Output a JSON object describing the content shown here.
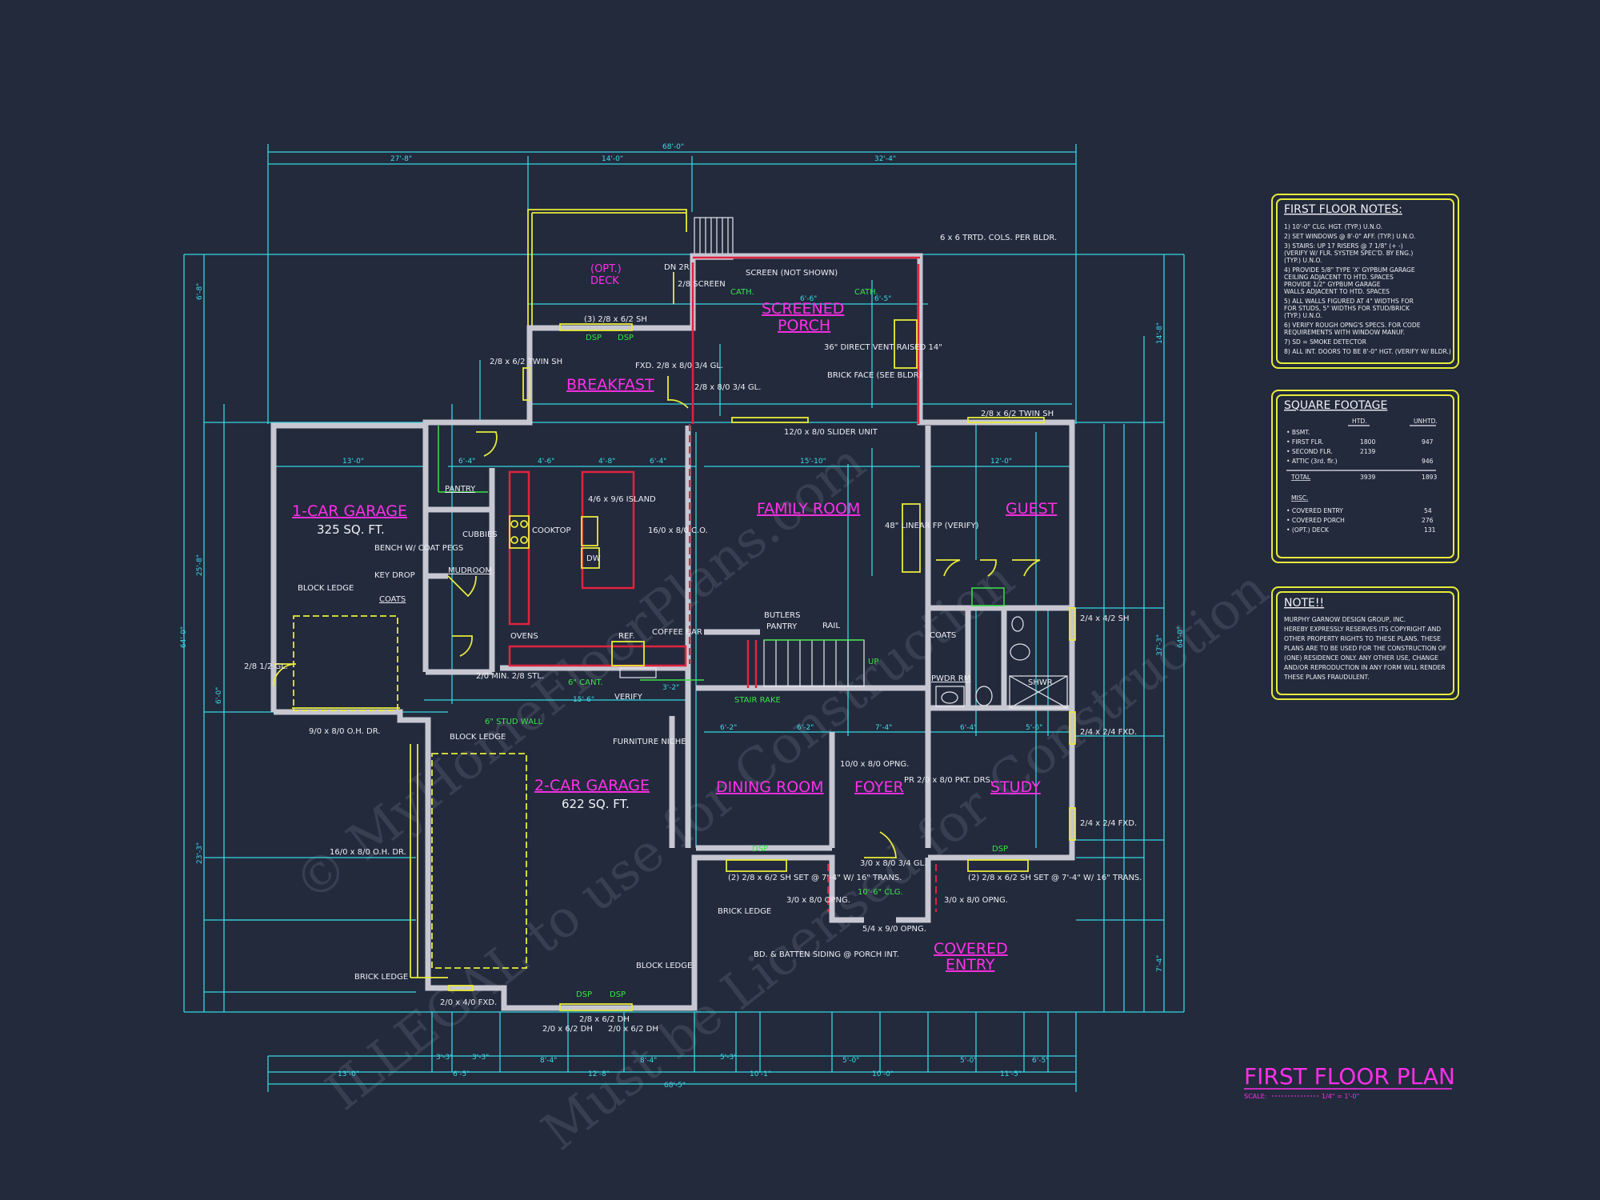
{
  "watermarks": [
    "© MyHomeFloorPlans.com",
    "ILLEGAL to use for Construction",
    "Must be Licensed for Construction"
  ],
  "rooms": {
    "one_car_garage": "1-CAR GARAGE",
    "one_car_garage_area": "325 SQ. FT.",
    "two_car_garage": "2-CAR GARAGE",
    "two_car_garage_area": "622 SQ. FT.",
    "breakfast": "BREAKFAST",
    "screened_porch_1": "SCREENED",
    "screened_porch_2": "PORCH",
    "family_room": "FAMILY ROOM",
    "guest": "GUEST",
    "dining_room": "DINING ROOM",
    "foyer": "FOYER",
    "study": "STUDY",
    "covered_entry_1": "COVERED",
    "covered_entry_2": "ENTRY",
    "opt_deck_1": "(OPT.)",
    "opt_deck_2": "DECK",
    "deck": "DECK"
  },
  "dims": {
    "top_total": "68'-0\"",
    "top_a": "27'-8\"",
    "top_b": "14'-0\"",
    "top_c": "32'-4\"",
    "left_total": "64'-0\"",
    "right_total": "64'-0\"",
    "bottom_total": "68'-5\"",
    "garage_w": "13'-0\"",
    "family_w": "15'-10\"",
    "guest_w": "12'-0\"",
    "kitchen_a": "6'-4\"",
    "kitchen_b": "4'-6\"",
    "kitchen_c": "4'-8\"",
    "porch_a": "6'-6\"",
    "porch_b": "6'-5\"",
    "bottom_a": "13'-0\"",
    "bottom_b": "6'-5\"",
    "bottom_c": "8'-4\"",
    "bottom_d": "12'-8\"",
    "bottom_e": "8'-4\"",
    "bottom_f": "5'-3\"",
    "bottom_g": "10'-1\"",
    "bottom_h": "5'-0\"",
    "bottom_i": "10'-0\"",
    "bottom_j": "5'-0\"",
    "bottom_k": "11'-5\"",
    "bottom_l": "6'-5\"",
    "bottom_m": "3'-3\"",
    "bottom_n": "3'-3\"",
    "stair_a": "6'-2\"",
    "stair_b": "6'-2\"",
    "stair_c": "7'-4\"",
    "study_a": "6'-4\"",
    "study_b": "5'-6\"",
    "kit_bottom": "15'-6\"",
    "kit_b2": "3'-2\"",
    "left_a": "6'-8\"",
    "left_b": "25'-8\"",
    "left_c": "23'-3\"",
    "left_d": "6'-0\"",
    "right_a": "14'-8\"",
    "right_b": "37'-3\"",
    "right_c": "7'-4\""
  },
  "labels": {
    "pantry": "PANTRY",
    "mudroom": "MUDROOM",
    "cubbies": "CUBBIES",
    "bench": "BENCH W/ COAT PEGS",
    "key_drop": "KEY DROP",
    "coats": "COATS",
    "coats2": "COATS",
    "pwdr": "PWDR RM",
    "butlers": "BUTLERS",
    "butlers2": "PANTRY",
    "rail": "RAIL",
    "stair_rake": "STAIR RAKE",
    "up": "UP",
    "cooktop": "COOKTOP",
    "island": "4/6 x 9/6 ISLAND",
    "dw": "DW",
    "ovens": "OVENS",
    "ref": "REF.",
    "coffee_bar": "COFFEE BAR",
    "cant": "6\" CANT.",
    "verify": "VERIFY",
    "stud_wall": "6\" STUD WALL",
    "furniture_niche": "FURNITURE NICHE",
    "block_ledge_a": "BLOCK LEDGE",
    "block_ledge_b": "BLOCK LEDGE",
    "block_ledge_c": "BLOCK LEDGE",
    "brick_ledge_a": "BRICK LEDGE",
    "brick_ledge_b": "BRICK LEDGE",
    "oh_door_1": "9/0 x 8/0 O.H. DR.",
    "oh_door_2": "16/0 x 8/0 O.H. DR.",
    "slider": "12/0 x 8/0 SLIDER UNIT",
    "linear_fp": "48\" LINEAR FP (VERIFY)",
    "direct_vent": "36\" DIRECT VENT RAISED 14\"",
    "brick_face": "BRICK FACE (SEE BLDR)",
    "screen": "SCREEN (NOT SHOWN)",
    "cols": "6 x 6 TRTD. COLS. PER BLDR.",
    "cath1": "CATH.",
    "cath2": "CATH.",
    "dsp": "DSP",
    "twin_sh_top": "2/8 x 6/2 TWIN SH",
    "twin_sh_left": "2/8 x 6/2 TWIN SH",
    "window_break": "(3) 2/8 x 6/2 SH",
    "fxd": "FXD. 2/8 x 8/0 3/4 GL.",
    "door_2_8": "2/8 x 8/0 3/4 GL.",
    "co_family": "16/0 x 8/0 C.O.",
    "shwr": "SHWR",
    "sh_right": "2/4 x 4/2 SH",
    "fxd_a": "2/4 x 2/4 FXD.",
    "fxd_b": "2/4 x 2/4 FXD.",
    "dining_win": "(2) 2/8 x 6/2 SH SET @ 7'-4\" W/ 16\" TRANS.",
    "study_win": "(2) 2/8 x 6/2 SH SET @ 7'-4\" W/ 16\" TRANS.",
    "opng_a": "3/0 x 8/0 OPNG.",
    "opng_b": "3/0 x 8/0 OPNG.",
    "opng_c": "5/4 x 9/0 OPNG.",
    "opng_d": "10/0 x 8/0 OPNG.",
    "entry_door": "3/0 x 8/0 3/4 GL.",
    "clg": "10'-6\" CLG.",
    "batten": "BD. & BATTEN SIDING @ PORCH INT.",
    "pkt": "PR 2/0 x 8/0 PKT. DRS.",
    "dh_a": "2/8 x 6/2 DH",
    "dh_b": "2/0 x 6/2 DH",
    "dh_c": "2/0 x 6/2 DH",
    "fxd_bottom": "2/0 x 4/0 FXD.",
    "gl_left": "2/8 1/2 GL.",
    "min_stl": "2/0 MIN. 2/8 STL.",
    "dn": "DN 2R",
    "screen_door": "2/8 SCREEN"
  },
  "panels": {
    "notes_title": "FIRST FLOOR NOTES:",
    "notes": [
      "1) 10'-0\" CLG. HGT. (TYP.) U.N.O.",
      "2) SET WINDOWS @ 8'-0\" AFF. (TYP.) U.N.O.",
      "3) STAIRS: UP 17 RISERS @ 7 1/8\" (+ -)",
      "   (VERIFY W/ FLR. SYSTEM SPEC'D. BY ENG.)",
      "   (TYP.) U.N.O.",
      "4) PROVIDE 5/8\" TYPE 'X' GYPBUM GARAGE",
      "   CEILING ADJACENT TO HTD. SPACES",
      "   PROVIDE 1/2\" GYPBUM GARAGE",
      "   WALLS ADJACENT TO HTD. SPACES",
      "5) ALL WALLS FIGURED AT 4\" WIDTHS FOR",
      "   FOR STUDS, 5\" WIDTHS FOR STUD/BRICK",
      "   (TYP.) U.N.O.",
      "6) VERIFY ROUGH OPNG'S SPECS. FOR CODE",
      "   REQUIREMENTS WITH WINDOW MANUF.",
      "7) SD = SMOKE DETECTOR",
      "8) ALL INT. DOORS TO BE 8'-0\" HGT. (VERIFY W/ BLDR.)"
    ],
    "sqft_title": "SQUARE FOOTAGE",
    "sqft_head_htd": "HTD.",
    "sqft_head_unhtd": "UNHTD.",
    "sqft_rows": [
      {
        "label": "• BSMT.",
        "htd": "",
        "unhtd": ""
      },
      {
        "label": "• FIRST FLR.",
        "htd": "1800",
        "unhtd": "947"
      },
      {
        "label": "• SECOND FLR.",
        "htd": "2139",
        "unhtd": ""
      },
      {
        "label": "• ATTIC (3rd. flr.)",
        "htd": "",
        "unhtd": "946"
      },
      {
        "label": "TOTAL",
        "htd": "3939",
        "unhtd": "1893"
      }
    ],
    "misc_title": "MISC.",
    "misc_rows": [
      {
        "label": "• COVERED ENTRY",
        "unhtd": "54"
      },
      {
        "label": "• COVERED PORCH",
        "unhtd": "276"
      },
      {
        "label": "• (OPT.) DECK",
        "unhtd": "131"
      }
    ],
    "note_title": "NOTE!!",
    "note": [
      "MURPHY GARNOW DESIGN GROUP, INC.",
      "HEREBY EXPRESSLY RESERVES ITS COPYRIGHT AND",
      "OTHER PROPERTY RIGHTS TO THESE PLANS. THESE",
      "PLANS ARE TO BE USED FOR THE CONSTRUCTION OF",
      "(ONE) RESIDENCE ONLY. ANY OTHER USE, CHANGE",
      "AND/OR REPRODUCTION IN ANY FORM WILL RENDER",
      "THESE PLANS FRAUDULENT."
    ]
  },
  "title_block": {
    "title": "FIRST FLOOR PLAN",
    "scale_label": "SCALE:",
    "scale": "1/4\" = 1'-0\""
  }
}
